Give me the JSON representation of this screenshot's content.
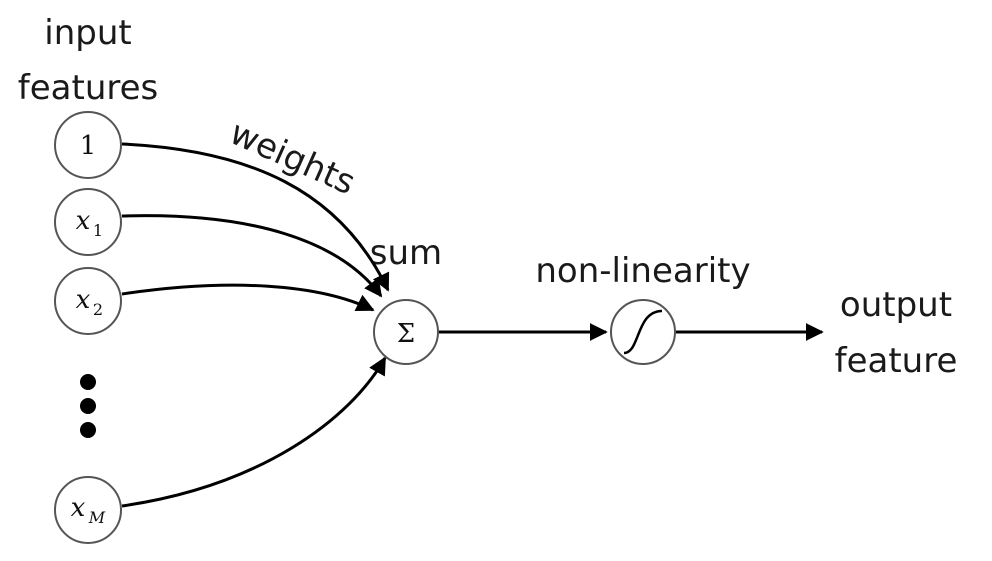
{
  "labels": {
    "input_line1": "input",
    "input_line2": "features",
    "weights": "weights",
    "sum": "sum",
    "nonlinearity": "non-linearity",
    "output_line1": "output",
    "output_line2": "feature"
  },
  "nodes": {
    "bias": {
      "text": "1"
    },
    "x1": {
      "base": "x",
      "sub": "1"
    },
    "x2": {
      "base": "x",
      "sub": "2"
    },
    "xM": {
      "base": "x",
      "sub": "M"
    },
    "sum": {
      "text": "Σ"
    }
  },
  "colors": {
    "stroke": "#000000",
    "node_border": "#555555",
    "text": "#1a1a1a"
  },
  "icons": {
    "ellipsis": "vertical-dots-icon",
    "activation": "sigmoid-curve-icon"
  }
}
